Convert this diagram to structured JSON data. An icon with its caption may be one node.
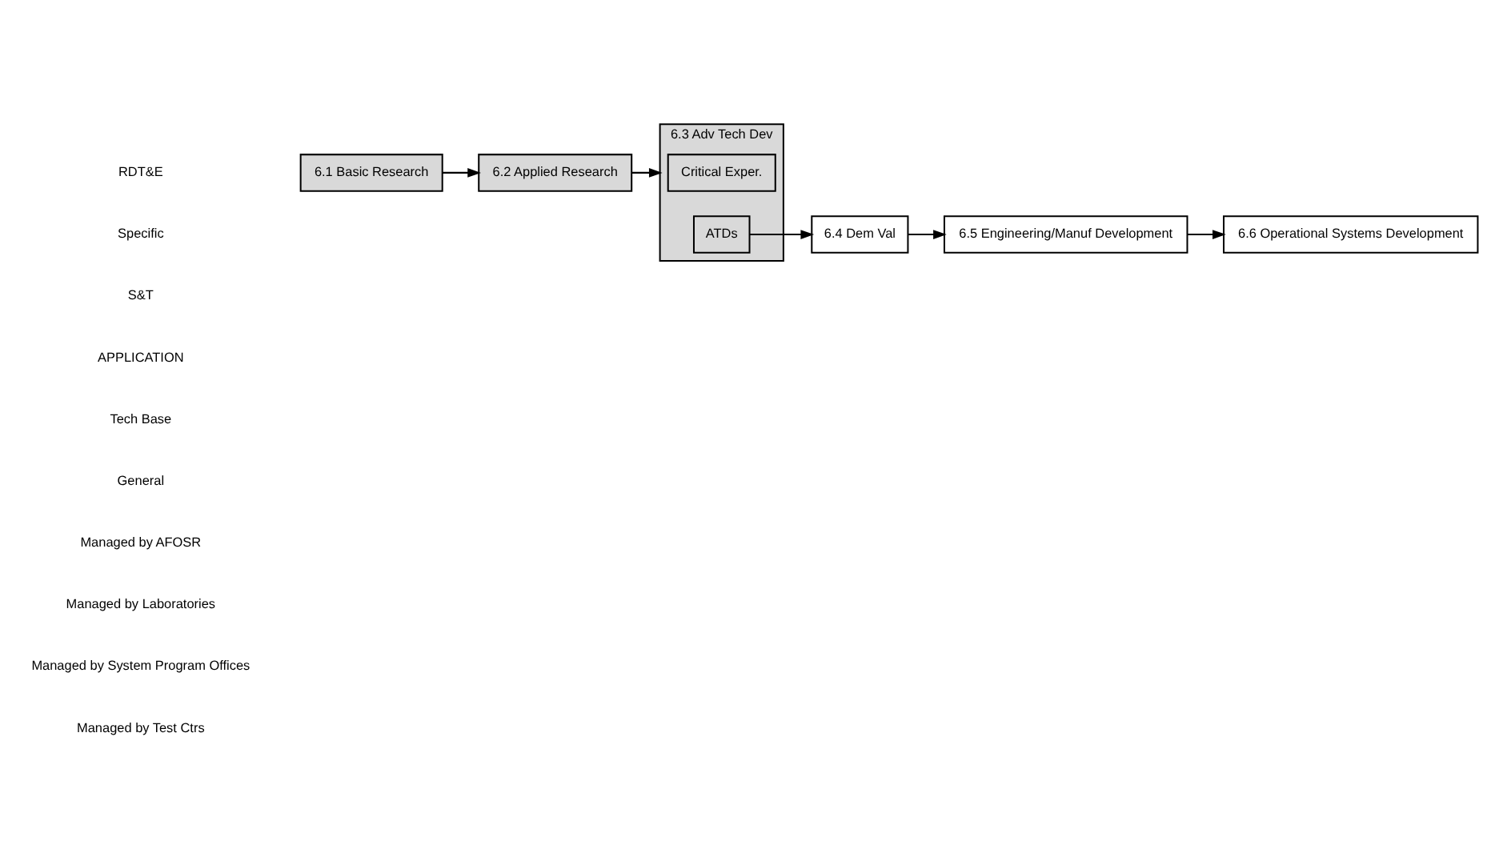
{
  "diagram": {
    "nodes": [
      {
        "text": [
          "6.1 Basic Research"
        ]
      },
      {
        "text": [
          "6.2 Applied Research"
        ]
      },
      {
        "text": [
          "6.3 Adv Tech Dev"
        ]
      },
      {
        "text": [
          "Critical Exper."
        ],
        "in": 2
      },
      {
        "text": [
          "ATDs"
        ],
        "in": 2
      },
      {
        "text": [
          "6.4 Dem Val"
        ]
      },
      {
        "text": [
          "6.5 Engineering/Manuf Development"
        ]
      },
      {
        "text": [
          "6.6 Operational Systems Development"
        ]
      }
    ],
    "edges": [
      {
        "from": 0,
        "to": 1,
        "arrow": "to"
      },
      {
        "from": 1,
        "to": 2,
        "arrow": "to"
      },
      {
        "from": 4,
        "to": 5,
        "arrow": "to"
      },
      {
        "from": 5,
        "to": 6,
        "arrow": "to"
      },
      {
        "from": 6,
        "to": 7,
        "arrow": "to"
      }
    ],
    "labels": [
      "RDT&E",
      "Specific",
      "S&T",
      "APPLICATION",
      "Tech Base",
      "General",
      "Managed by AFOSR",
      "Managed by Laboratories",
      "Managed by System Program Offices",
      "Managed by Test Ctrs"
    ]
  }
}
